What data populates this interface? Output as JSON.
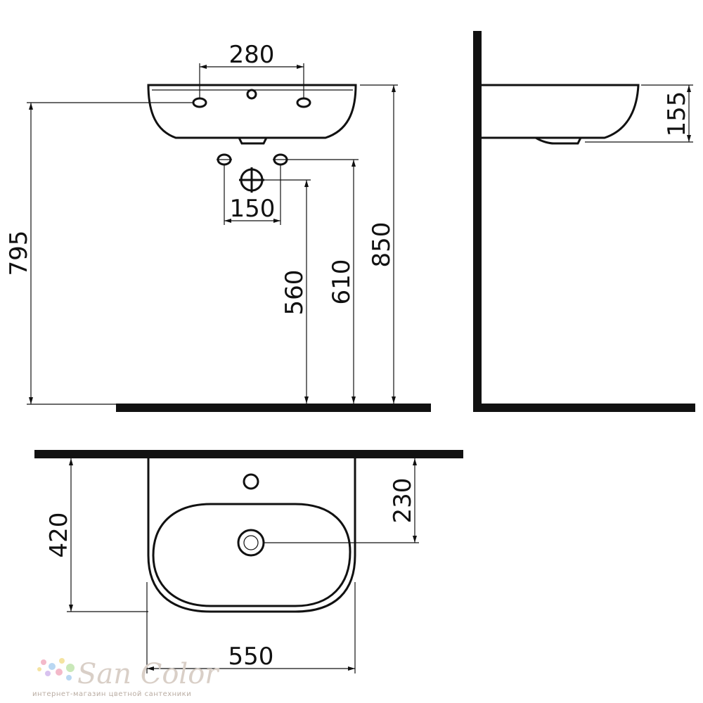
{
  "dimensions": {
    "tap_spacing": "280",
    "overall_height": "795",
    "waste_spacing": "150",
    "waste_height": "560",
    "supply_height": "610",
    "rim_height": "850",
    "basin_depth": "155",
    "projection": "420",
    "waste_offset": "230",
    "width": "550"
  },
  "watermark": {
    "brand": "San Color",
    "tagline": "интернет-магазин цветной сантехники",
    "dot_colors": [
      "#f3b9c9",
      "#b9d7f2",
      "#f4e3a1",
      "#c9e8b9",
      "#d8c2ef"
    ]
  }
}
